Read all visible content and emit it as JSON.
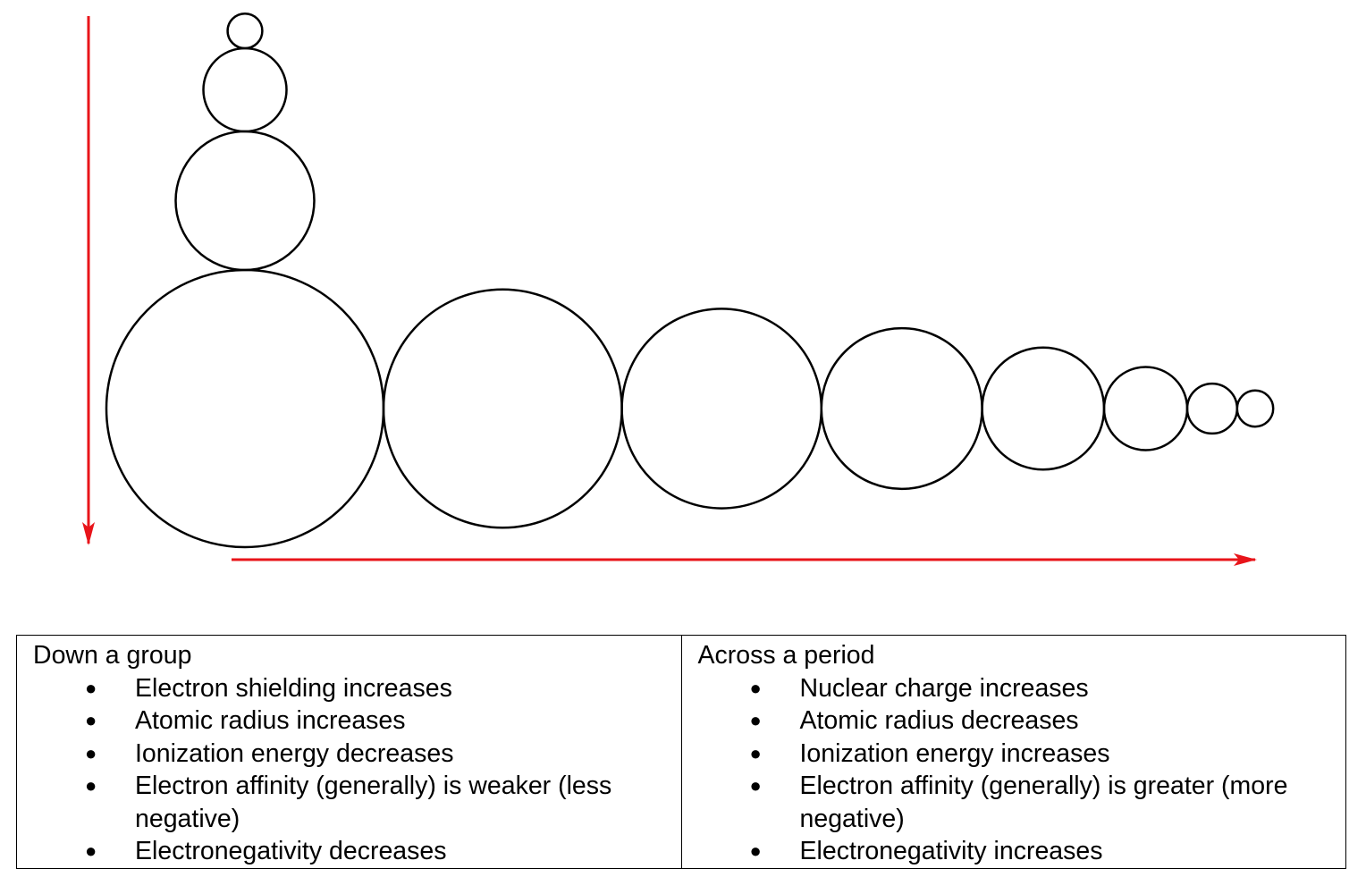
{
  "diagram": {
    "arrow_color": "#e8141a",
    "circle_stroke": "#000000",
    "group_circles": [
      {
        "relative_size": 0.125
      },
      {
        "relative_size": 0.3
      },
      {
        "relative_size": 0.5
      },
      {
        "relative_size": 1.0
      }
    ],
    "period_circles": [
      {
        "relative_size": 1.0
      },
      {
        "relative_size": 0.86
      },
      {
        "relative_size": 0.72
      },
      {
        "relative_size": 0.58
      },
      {
        "relative_size": 0.44
      },
      {
        "relative_size": 0.3
      },
      {
        "relative_size": 0.18
      },
      {
        "relative_size": 0.13
      }
    ]
  },
  "table": {
    "group": {
      "title": "Down a group",
      "items": [
        "Electron shielding increases",
        "Atomic radius increases",
        "Ionization energy decreases",
        "Electron affinity (generally) is weaker (less negative)",
        "Electronegativity decreases"
      ]
    },
    "period": {
      "title": "Across a period",
      "items": [
        "Nuclear charge increases",
        "Atomic radius decreases",
        "Ionization energy increases",
        "Electron affinity (generally) is greater (more negative)",
        "Electronegativity increases"
      ]
    },
    "bullet": "●"
  }
}
